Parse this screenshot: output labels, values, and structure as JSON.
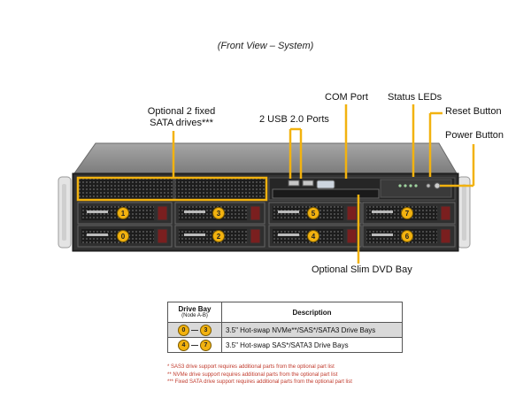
{
  "caption": "(Front View – System)",
  "labels": {
    "sata": [
      "Optional 2 fixed",
      "SATA drives***"
    ],
    "usb": "2 USB 2.0 Ports",
    "com": "COM Port",
    "status": "Status LEDs",
    "reset": "Reset Button",
    "power": "Power Button",
    "dvd": "Optional Slim DVD Bay"
  },
  "bays": {
    "top": [
      "1",
      "3",
      "5",
      "7"
    ],
    "bottom": [
      "0",
      "2",
      "4",
      "6"
    ]
  },
  "table": {
    "headers": {
      "bay": "Drive Bay",
      "bay_sub": "(Node A-B)",
      "desc": "Description"
    },
    "rows": [
      {
        "from": "0",
        "to": "3",
        "desc": "3.5\" Hot-swap NVMe**/SAS*/SATA3 Drive  Bays"
      },
      {
        "from": "4",
        "to": "7",
        "desc": "3.5\" Hot-swap SAS*/SATA3 Drive  Bays"
      }
    ]
  },
  "notes": [
    "* SAS3 drive support requires additional parts from the optional part list",
    "** NVMe drive support requires additional parts from the optional part list",
    "*** Fixed SATA drive support requires additional parts from the optional part list"
  ],
  "colors": {
    "callout": "#f2b20f",
    "chassis": "#8d8d8d",
    "bezel": "#2b2b2b",
    "note": "#c0392b"
  }
}
